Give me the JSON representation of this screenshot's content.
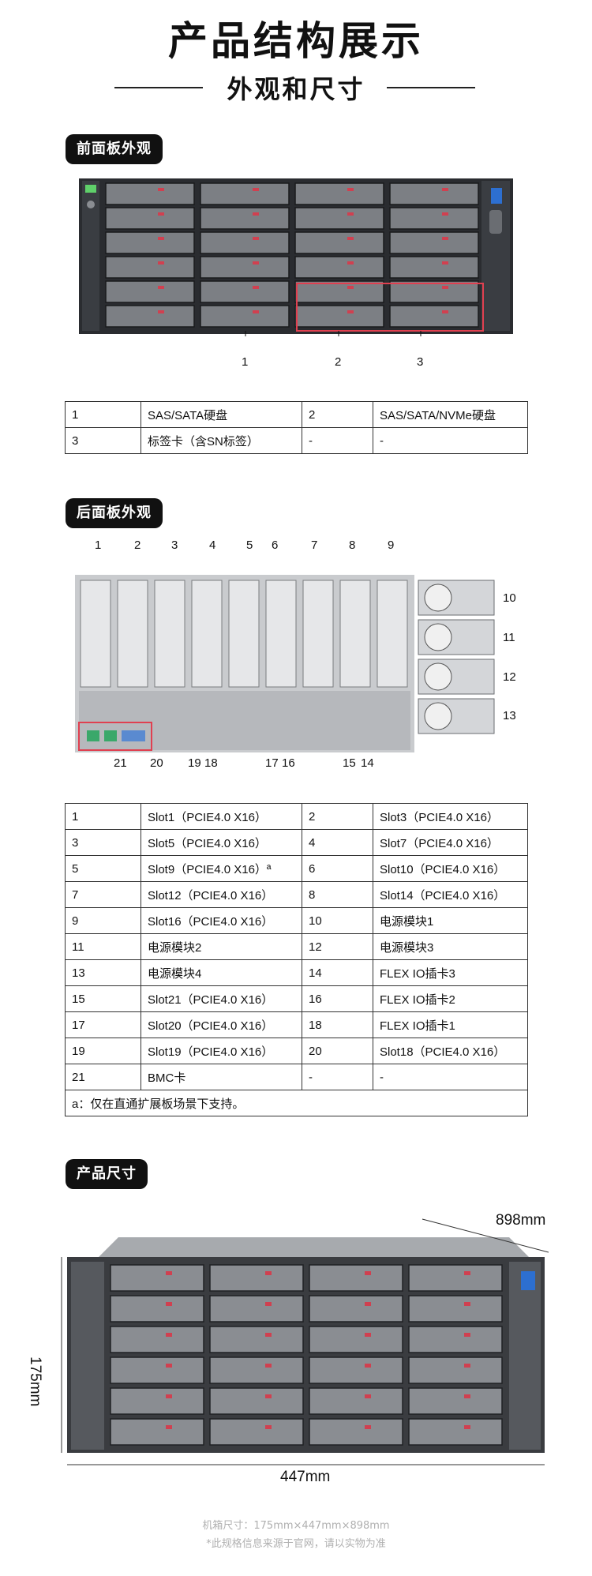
{
  "header": {
    "title": "产品结构展示",
    "subtitle": "外观和尺寸"
  },
  "front": {
    "section_label": "前面板外观",
    "callouts": [
      "1",
      "2",
      "3"
    ],
    "table": [
      [
        "1",
        "SAS/SATA硬盘",
        "2",
        "SAS/SATA/NVMe硬盘"
      ],
      [
        "3",
        "标签卡（含SN标签）",
        "-",
        "-"
      ]
    ]
  },
  "rear": {
    "section_label": "后面板外观",
    "top_callouts": [
      "1",
      "2",
      "3",
      "4",
      "5",
      "6",
      "7",
      "8",
      "9"
    ],
    "right_callouts": [
      "10",
      "11",
      "12",
      "13"
    ],
    "bottom_callouts": [
      "21",
      "20",
      "19",
      "18",
      "17",
      "16",
      "15",
      "14"
    ],
    "table": [
      [
        "1",
        "Slot1（PCIE4.0 X16）",
        "2",
        "Slot3（PCIE4.0 X16）"
      ],
      [
        "3",
        "Slot5（PCIE4.0 X16）",
        "4",
        "Slot7（PCIE4.0 X16）"
      ],
      [
        "5",
        "Slot9（PCIE4.0 X16）ª",
        "6",
        "Slot10（PCIE4.0 X16）"
      ],
      [
        "7",
        "Slot12（PCIE4.0 X16）",
        "8",
        "Slot14（PCIE4.0 X16）"
      ],
      [
        "9",
        "Slot16（PCIE4.0 X16）",
        "10",
        "电源模块1"
      ],
      [
        "11",
        "电源模块2",
        "12",
        "电源模块3"
      ],
      [
        "13",
        "电源模块4",
        "14",
        "FLEX IO插卡3"
      ],
      [
        "15",
        "Slot21（PCIE4.0 X16）",
        "16",
        "FLEX IO插卡2"
      ],
      [
        "17",
        "Slot20（PCIE4.0 X16）",
        "18",
        "FLEX IO插卡1"
      ],
      [
        "19",
        "Slot19（PCIE4.0 X16）",
        "20",
        "Slot18（PCIE4.0 X16）"
      ],
      [
        "21",
        "BMC卡",
        "-",
        "-"
      ]
    ],
    "footnote": "a：仅在直通扩展板场景下支持。"
  },
  "dimensions": {
    "section_label": "产品尺寸",
    "depth": "898mm",
    "height": "175mm",
    "width": "447mm"
  },
  "footer": {
    "line1": "机箱尺寸：175mm×447mm×898mm",
    "line2": "*此规格信息来源于官网，请以实物为准"
  },
  "colors": {
    "highlight": "#e04050",
    "dark": "#111111",
    "footer_text": "#b0b0b0"
  }
}
